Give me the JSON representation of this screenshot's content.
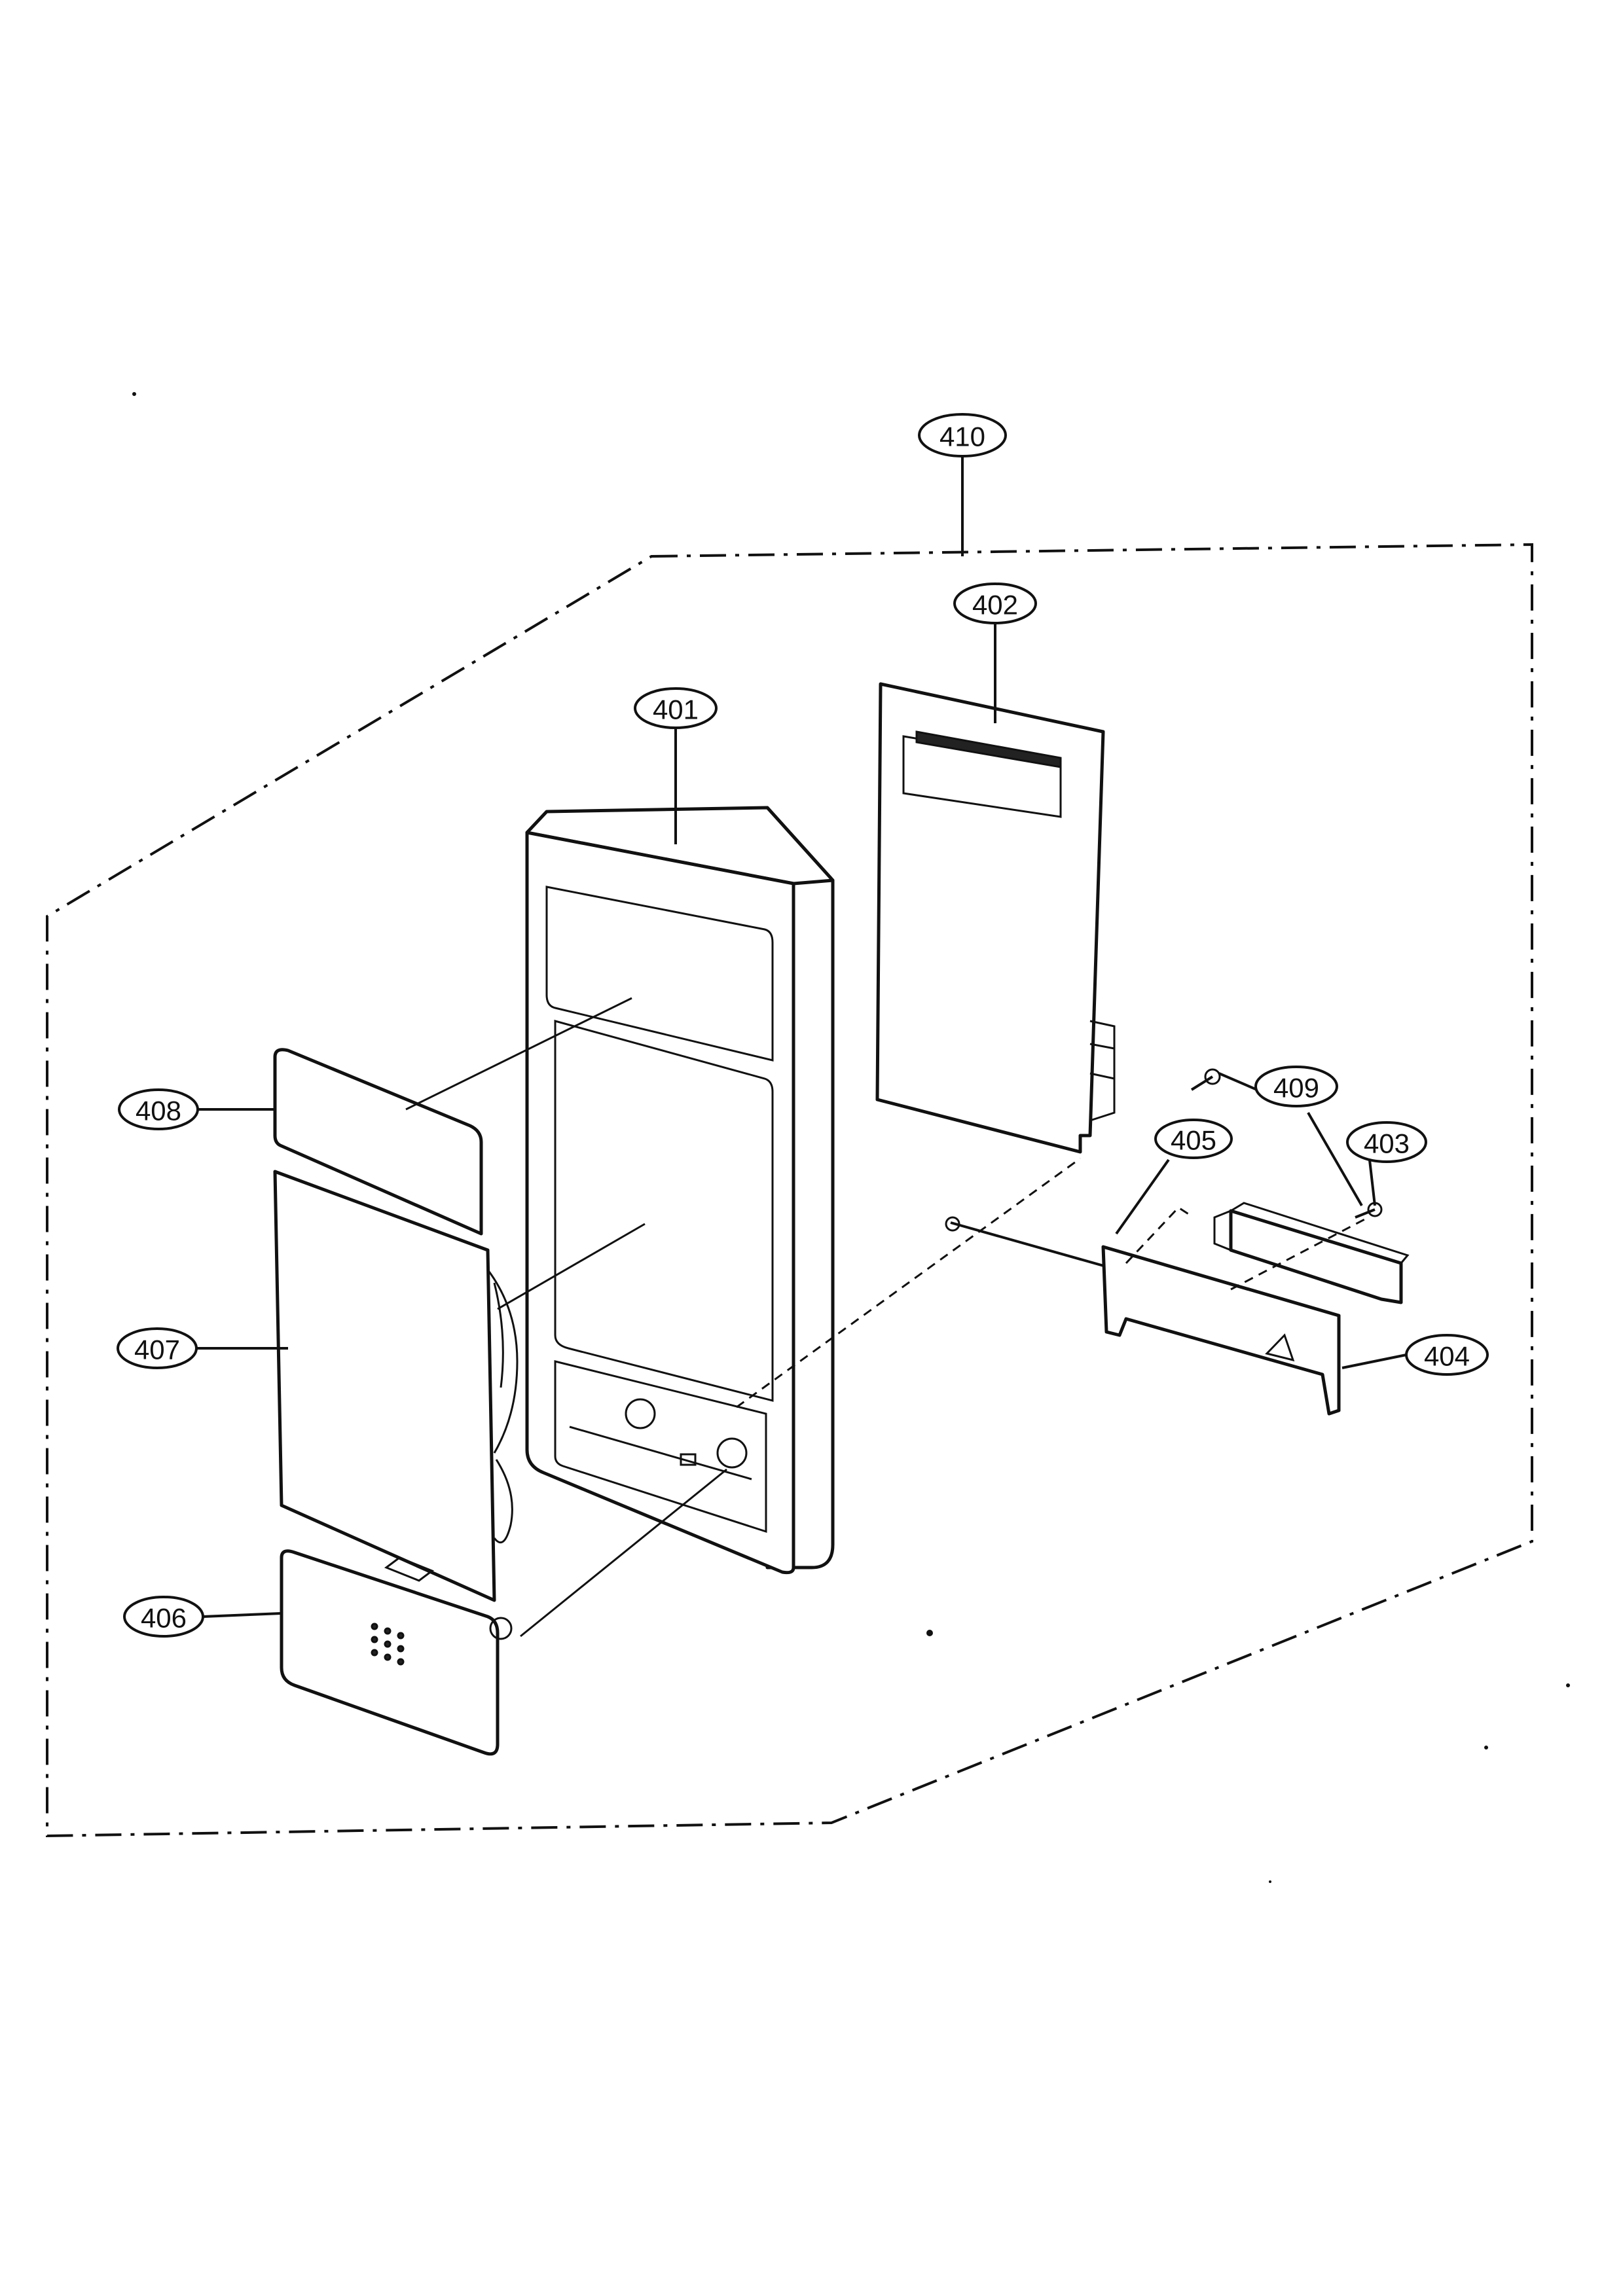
{
  "callouts": {
    "c401": "401",
    "c402": "402",
    "c403": "403",
    "c404": "404",
    "c405": "405",
    "c406": "406",
    "c407": "407",
    "c408": "408",
    "c409": "409",
    "c410": "410"
  }
}
